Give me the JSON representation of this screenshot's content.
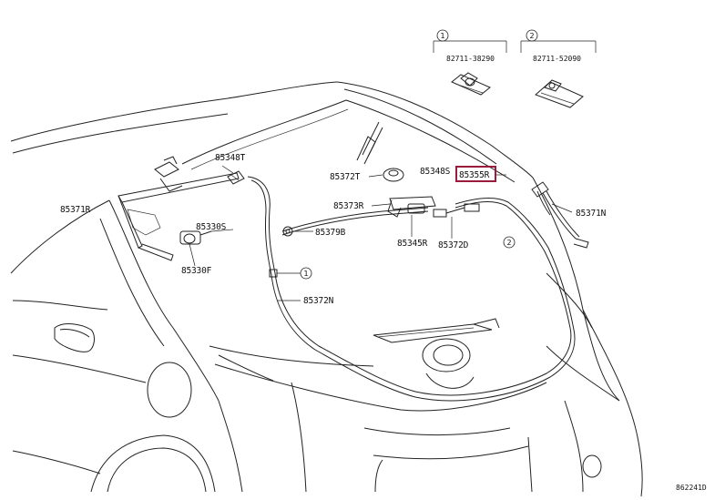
{
  "highlight_color": "#9b1b3c",
  "insets": [
    {
      "ref": "1",
      "part": "82711-38290"
    },
    {
      "ref": "2",
      "part": "82711-52090"
    }
  ],
  "labels": {
    "p85348T": "85348T",
    "p85371R": "85371R",
    "p85330S": "85330S",
    "p85330F": "85330F",
    "p85372T": "85372T",
    "p85348S": "85348S",
    "p85355R": "85355R",
    "p85373R": "85373R",
    "p85379B": "85379B",
    "p85345R": "85345R",
    "p85372D": "85372D",
    "p85371N": "85371N",
    "p85372N": "85372N"
  },
  "callouts": {
    "c1": "1",
    "c2": "2"
  },
  "figure_id": "862241D"
}
